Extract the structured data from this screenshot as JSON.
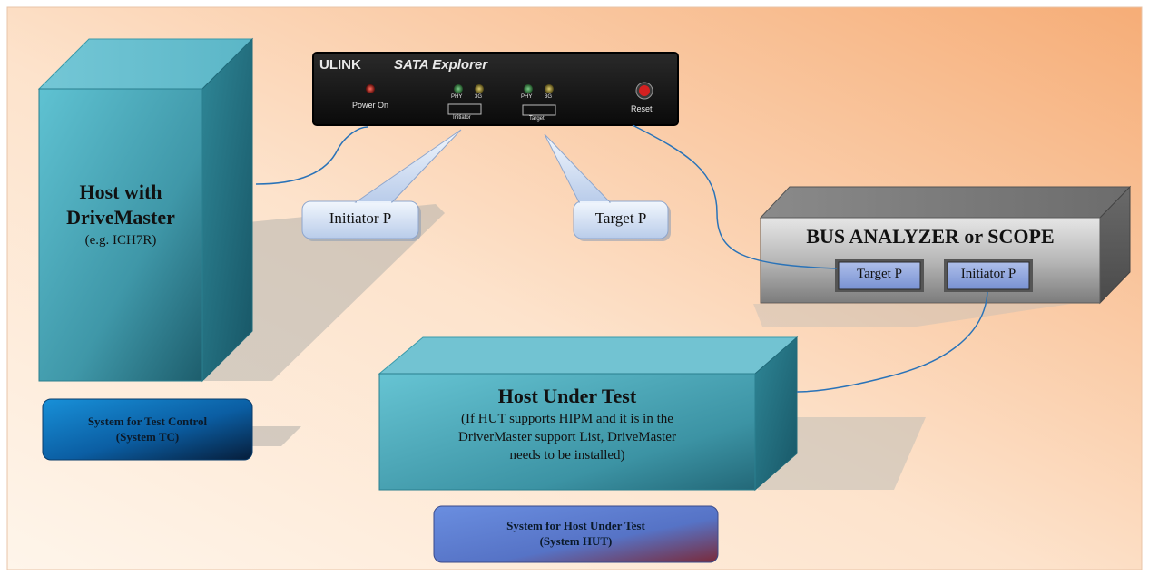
{
  "device": {
    "brand": "ULINK",
    "model": "SATA Explorer",
    "led_power_label": "Power On",
    "led_phy_1": "PHY",
    "led_3g_1": "3G",
    "led_phy_2": "PHY",
    "led_3g_2": "3G",
    "port_initiator_label": "Initiator",
    "port_target_label": "Target",
    "reset_label": "Reset"
  },
  "callouts": {
    "initiator": "Initiator P",
    "target": "Target P"
  },
  "host_tc": {
    "title_line1": "Host with",
    "title_line2": "DriveMaster",
    "subtitle": "(e.g. ICH7R)"
  },
  "analyzer": {
    "title": "BUS ANALYZER or SCOPE",
    "port_target": "Target P",
    "port_initiator": "Initiator P"
  },
  "hut": {
    "title": "Host Under Test",
    "line1": "(If HUT supports HIPM and it is in the",
    "line2": "DriverMaster support List, DriveMaster",
    "line3": "needs to be installed)"
  },
  "badges": {
    "tc_line1": "System for Test Control",
    "tc_line2": "(System TC)",
    "hut_line1": "System for Host Under Test",
    "hut_line2": "(System HUT)"
  },
  "colors": {
    "background_start": "#fde7d5",
    "background_end": "#f6b27e",
    "box_teal": "#58b8c8",
    "analyzer_gray": "#9a9a9a",
    "badge_tc": "#0b68b0",
    "badge_hut": "#5b7bd0"
  }
}
